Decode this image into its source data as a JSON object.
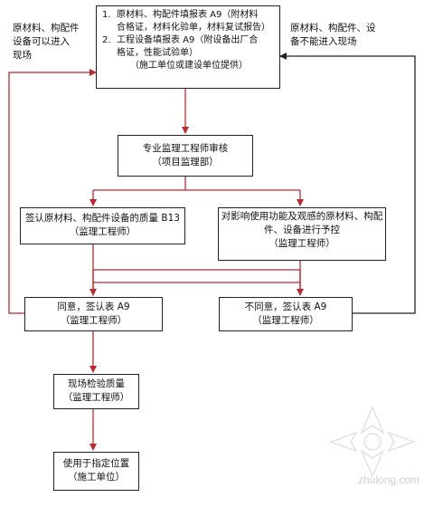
{
  "flowchart": {
    "top_box": {
      "items": [
        {
          "num": "1.",
          "line1": "原材料、构配件填报表  A9（附材料",
          "line2": "合格证，材料化验单，材料复试报告）"
        },
        {
          "num": "2.",
          "line1": "工程设备填报表  A9（附设备出厂合",
          "line2": "格证，性能试验单）"
        }
      ],
      "provider": "（施工单位或建设单位提供）"
    },
    "left_note": [
      "原材料、构配件",
      "设备可以进入",
      "现场"
    ],
    "right_note": [
      "原材料、构配件、设",
      "备不能进入现场"
    ],
    "review_box": [
      "专业监理工程师审核",
      "（项目监理部）"
    ],
    "confirm_box": [
      "签认原材料、构配件设备的质量  B13",
      "（监理工程师）"
    ],
    "control_box": [
      "对影响使用功能及观感的原材料、构配",
      "件、设备进行予控",
      "（监理工程师）"
    ],
    "agree_box": [
      "同意，签认表  A9",
      "（监理工程师）"
    ],
    "disagree_box": [
      "不同意，签认表  A9",
      "（监理工程师）"
    ],
    "inspect_box": [
      "现场检验质量",
      "（监理工程师）"
    ],
    "use_box": [
      "使用于指定位置",
      "（施工单位）"
    ],
    "watermark": "zhulong.com",
    "colors": {
      "connector": "#c0282d",
      "border": "#222222",
      "feedback": "#222222"
    }
  }
}
